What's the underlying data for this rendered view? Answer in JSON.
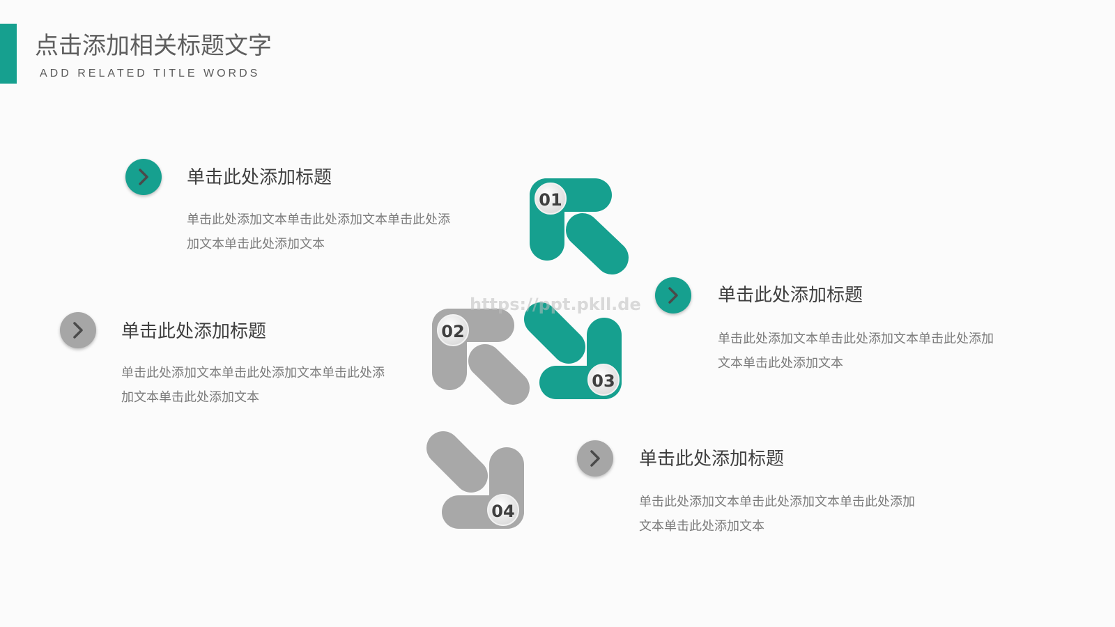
{
  "header": {
    "title": "点击添加相关标题文字",
    "subtitle": "ADD RELATED TITLE WORDS"
  },
  "colors": {
    "accent": "#16a08f",
    "gray": "#a6a6a6"
  },
  "items": [
    {
      "title": "单击此处添加标题",
      "body_line1": "单击此处添加文本单击此处添加文本单击此处添",
      "body_line2": "加文本单击此处添加文本"
    },
    {
      "title": "单击此处添加标题",
      "body_line1": "单击此处添加文本单击此处添加文本单击此处添",
      "body_line2": "加文本单击此处添加文本"
    },
    {
      "title": "单击此处添加标题",
      "body_line1": "单击此处添加文本单击此处添加文本单击此处添加",
      "body_line2": "文本单击此处添加文本"
    },
    {
      "title": "单击此处添加标题",
      "body_line1": "单击此处添加文本单击此处添加文本单击此处添加",
      "body_line2": "文本单击此处添加文本"
    }
  ],
  "graphic": {
    "labels": [
      "01",
      "02",
      "03",
      "04"
    ],
    "icon": "corner-arrow-icon"
  },
  "watermark": "https://ppt.pkll.de"
}
